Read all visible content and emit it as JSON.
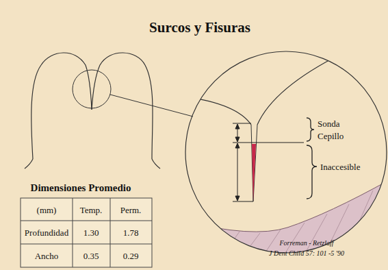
{
  "diagram": {
    "title": "Surcos y Fisuras",
    "labels": [
      "Sonda",
      "Cepillo",
      "Inaccesible",
      "Dimensiones Promedio",
      "(mm)",
      "Temp.",
      "Perm.",
      "Profundidad",
      "1.30",
      "1.78",
      "Ancho",
      "0.35",
      "0.29",
      "Forreman - Retzlaff",
      "J Dent Child 57: 101 -5 '90"
    ]
  }
}
